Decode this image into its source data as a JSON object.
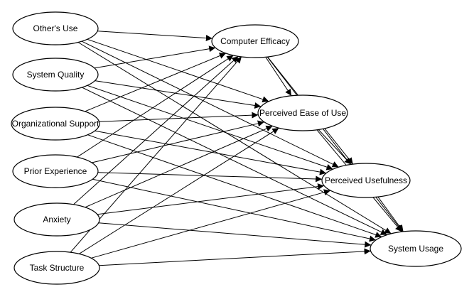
{
  "nodes": [
    {
      "id": "others-use",
      "label": "Other's Use"
    },
    {
      "id": "system-quality",
      "label": "System Quality"
    },
    {
      "id": "organizational-support",
      "label": "Organizational Support"
    },
    {
      "id": "prior-experience",
      "label": "Prior Experience"
    },
    {
      "id": "anxiety",
      "label": "Anxiety"
    },
    {
      "id": "task-structure",
      "label": "Task Structure"
    },
    {
      "id": "computer-efficacy",
      "label": "Computer Efficacy"
    },
    {
      "id": "perceived-ease-of-use",
      "label": "Perceived Ease of Use"
    },
    {
      "id": "perceived-usefulness",
      "label": "Perceived Usefulness"
    },
    {
      "id": "system-usage",
      "label": "System Usage"
    }
  ],
  "edges": [
    {
      "from": "others-use",
      "to": "computer-efficacy"
    },
    {
      "from": "others-use",
      "to": "perceived-ease-of-use"
    },
    {
      "from": "others-use",
      "to": "perceived-usefulness"
    },
    {
      "from": "others-use",
      "to": "system-usage"
    },
    {
      "from": "system-quality",
      "to": "computer-efficacy"
    },
    {
      "from": "system-quality",
      "to": "perceived-ease-of-use"
    },
    {
      "from": "system-quality",
      "to": "perceived-usefulness"
    },
    {
      "from": "system-quality",
      "to": "system-usage"
    },
    {
      "from": "organizational-support",
      "to": "computer-efficacy"
    },
    {
      "from": "organizational-support",
      "to": "perceived-ease-of-use"
    },
    {
      "from": "organizational-support",
      "to": "perceived-usefulness"
    },
    {
      "from": "organizational-support",
      "to": "system-usage"
    },
    {
      "from": "prior-experience",
      "to": "computer-efficacy"
    },
    {
      "from": "prior-experience",
      "to": "perceived-ease-of-use"
    },
    {
      "from": "prior-experience",
      "to": "perceived-usefulness"
    },
    {
      "from": "prior-experience",
      "to": "system-usage"
    },
    {
      "from": "anxiety",
      "to": "computer-efficacy"
    },
    {
      "from": "anxiety",
      "to": "perceived-ease-of-use"
    },
    {
      "from": "anxiety",
      "to": "perceived-usefulness"
    },
    {
      "from": "anxiety",
      "to": "system-usage"
    },
    {
      "from": "task-structure",
      "to": "computer-efficacy"
    },
    {
      "from": "task-structure",
      "to": "perceived-ease-of-use"
    },
    {
      "from": "task-structure",
      "to": "perceived-usefulness"
    },
    {
      "from": "task-structure",
      "to": "system-usage"
    },
    {
      "from": "computer-efficacy",
      "to": "perceived-ease-of-use"
    },
    {
      "from": "computer-efficacy",
      "to": "perceived-usefulness"
    },
    {
      "from": "computer-efficacy",
      "to": "system-usage"
    },
    {
      "from": "perceived-ease-of-use",
      "to": "perceived-usefulness"
    },
    {
      "from": "perceived-ease-of-use",
      "to": "system-usage"
    },
    {
      "from": "perceived-usefulness",
      "to": "system-usage"
    }
  ]
}
